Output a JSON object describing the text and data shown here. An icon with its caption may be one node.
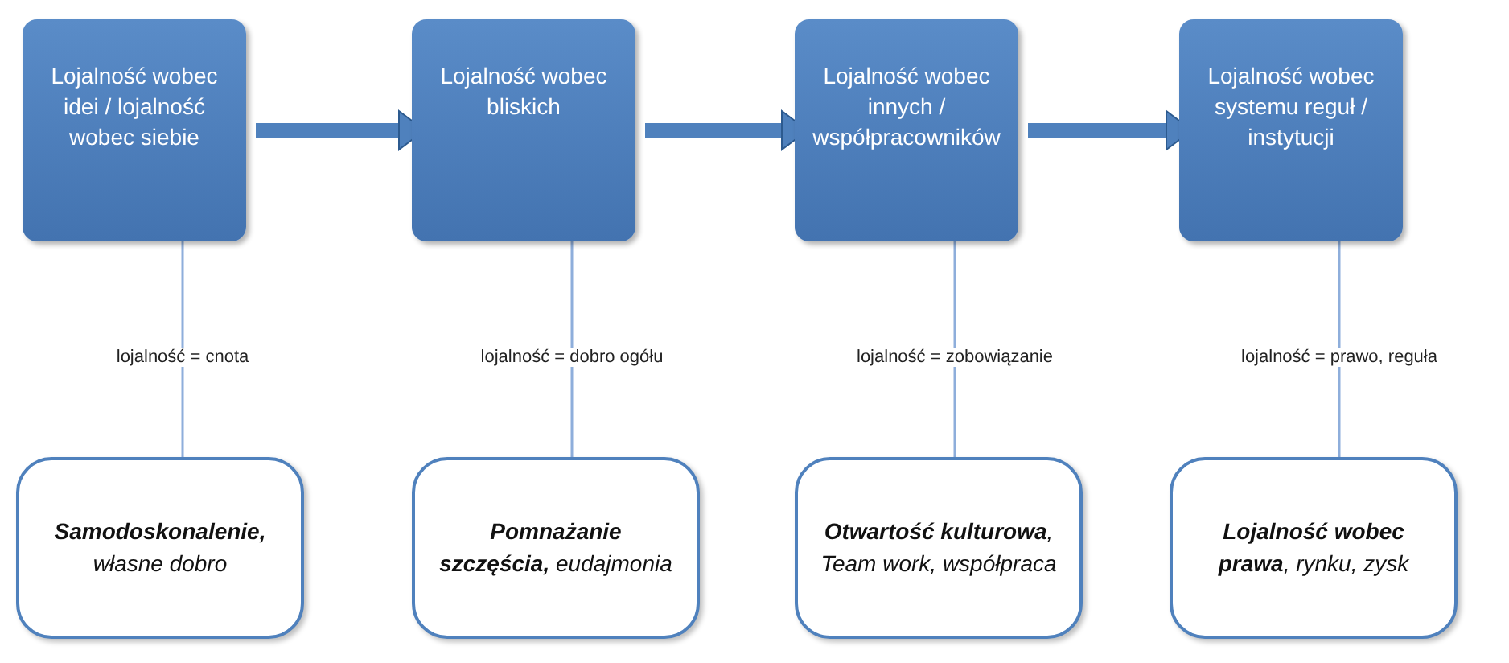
{
  "diagram": {
    "nodes": [
      {
        "text": [
          "Lojalność wobec idei / lojalność wobec siebie"
        ]
      },
      {
        "text": [
          "Lojalność wobec bliskich"
        ]
      },
      {
        "text": [
          "Lojalność wobec innych / współpracowników"
        ]
      },
      {
        "text": [
          "Lojalność wobec systemu reguł / instytucji"
        ]
      },
      {
        "text": [
          "**Samodoskonalenie,** własne dobro"
        ]
      },
      {
        "text": [
          "**Pomnażanie szczęścia,** eudajmonia"
        ]
      },
      {
        "text": [
          "**Otwartość kulturowa**, Team work, współpraca"
        ]
      },
      {
        "text": [
          "**Lojalność wobec prawa**, rynku, zysk"
        ]
      }
    ],
    "edges": [
      {
        "from": 0,
        "to": 1,
        "arrow": "to",
        "style": "thick"
      },
      {
        "from": 1,
        "to": 2,
        "arrow": "to",
        "style": "thick"
      },
      {
        "from": 2,
        "to": 3,
        "arrow": "to",
        "style": "thick"
      },
      {
        "from": 0,
        "to": 4,
        "arrow": "none",
        "label": "lojalność = cnota"
      },
      {
        "from": 1,
        "to": 5,
        "arrow": "none",
        "label": "lojalność = dobro ogółu"
      },
      {
        "from": 2,
        "to": 6,
        "arrow": "none",
        "label": "lojalność = zobowiązanie"
      },
      {
        "from": 3,
        "to": 7,
        "arrow": "none",
        "label": "lojalność = prawo, reguła"
      }
    ]
  }
}
